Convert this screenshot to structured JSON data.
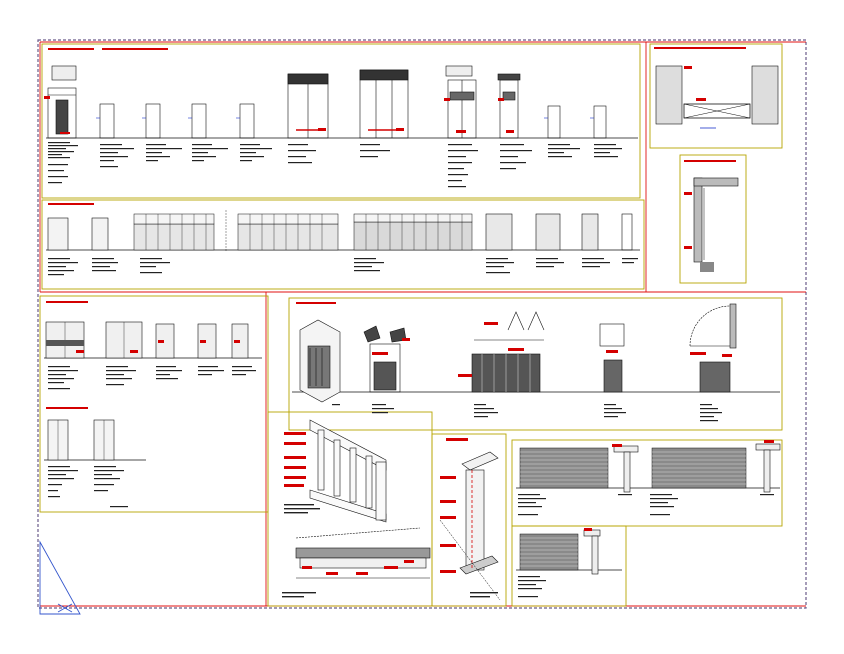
{
  "sheet": {
    "colors": {
      "background": "#ffffff",
      "frame_dash": "#6a5a8a",
      "red_line": "#e01010",
      "panel_border": "#b7a400",
      "ink": "#111111",
      "dim_blue": "#1a33cc",
      "triangle_blue": "#3355cc",
      "label_red": "#d40000"
    },
    "panels": [
      {
        "id": "door-elevations-row-1"
      },
      {
        "id": "door-plan-detail"
      },
      {
        "id": "door-section-detail"
      },
      {
        "id": "door-elevations-row-2"
      },
      {
        "id": "door-elevations-row-3"
      },
      {
        "id": "isometric-door-details"
      },
      {
        "id": "railing-isometric-detail"
      },
      {
        "id": "frame-isometric-detail"
      },
      {
        "id": "rolling-shutter-elevations"
      },
      {
        "id": "rolling-shutter-single"
      }
    ]
  }
}
